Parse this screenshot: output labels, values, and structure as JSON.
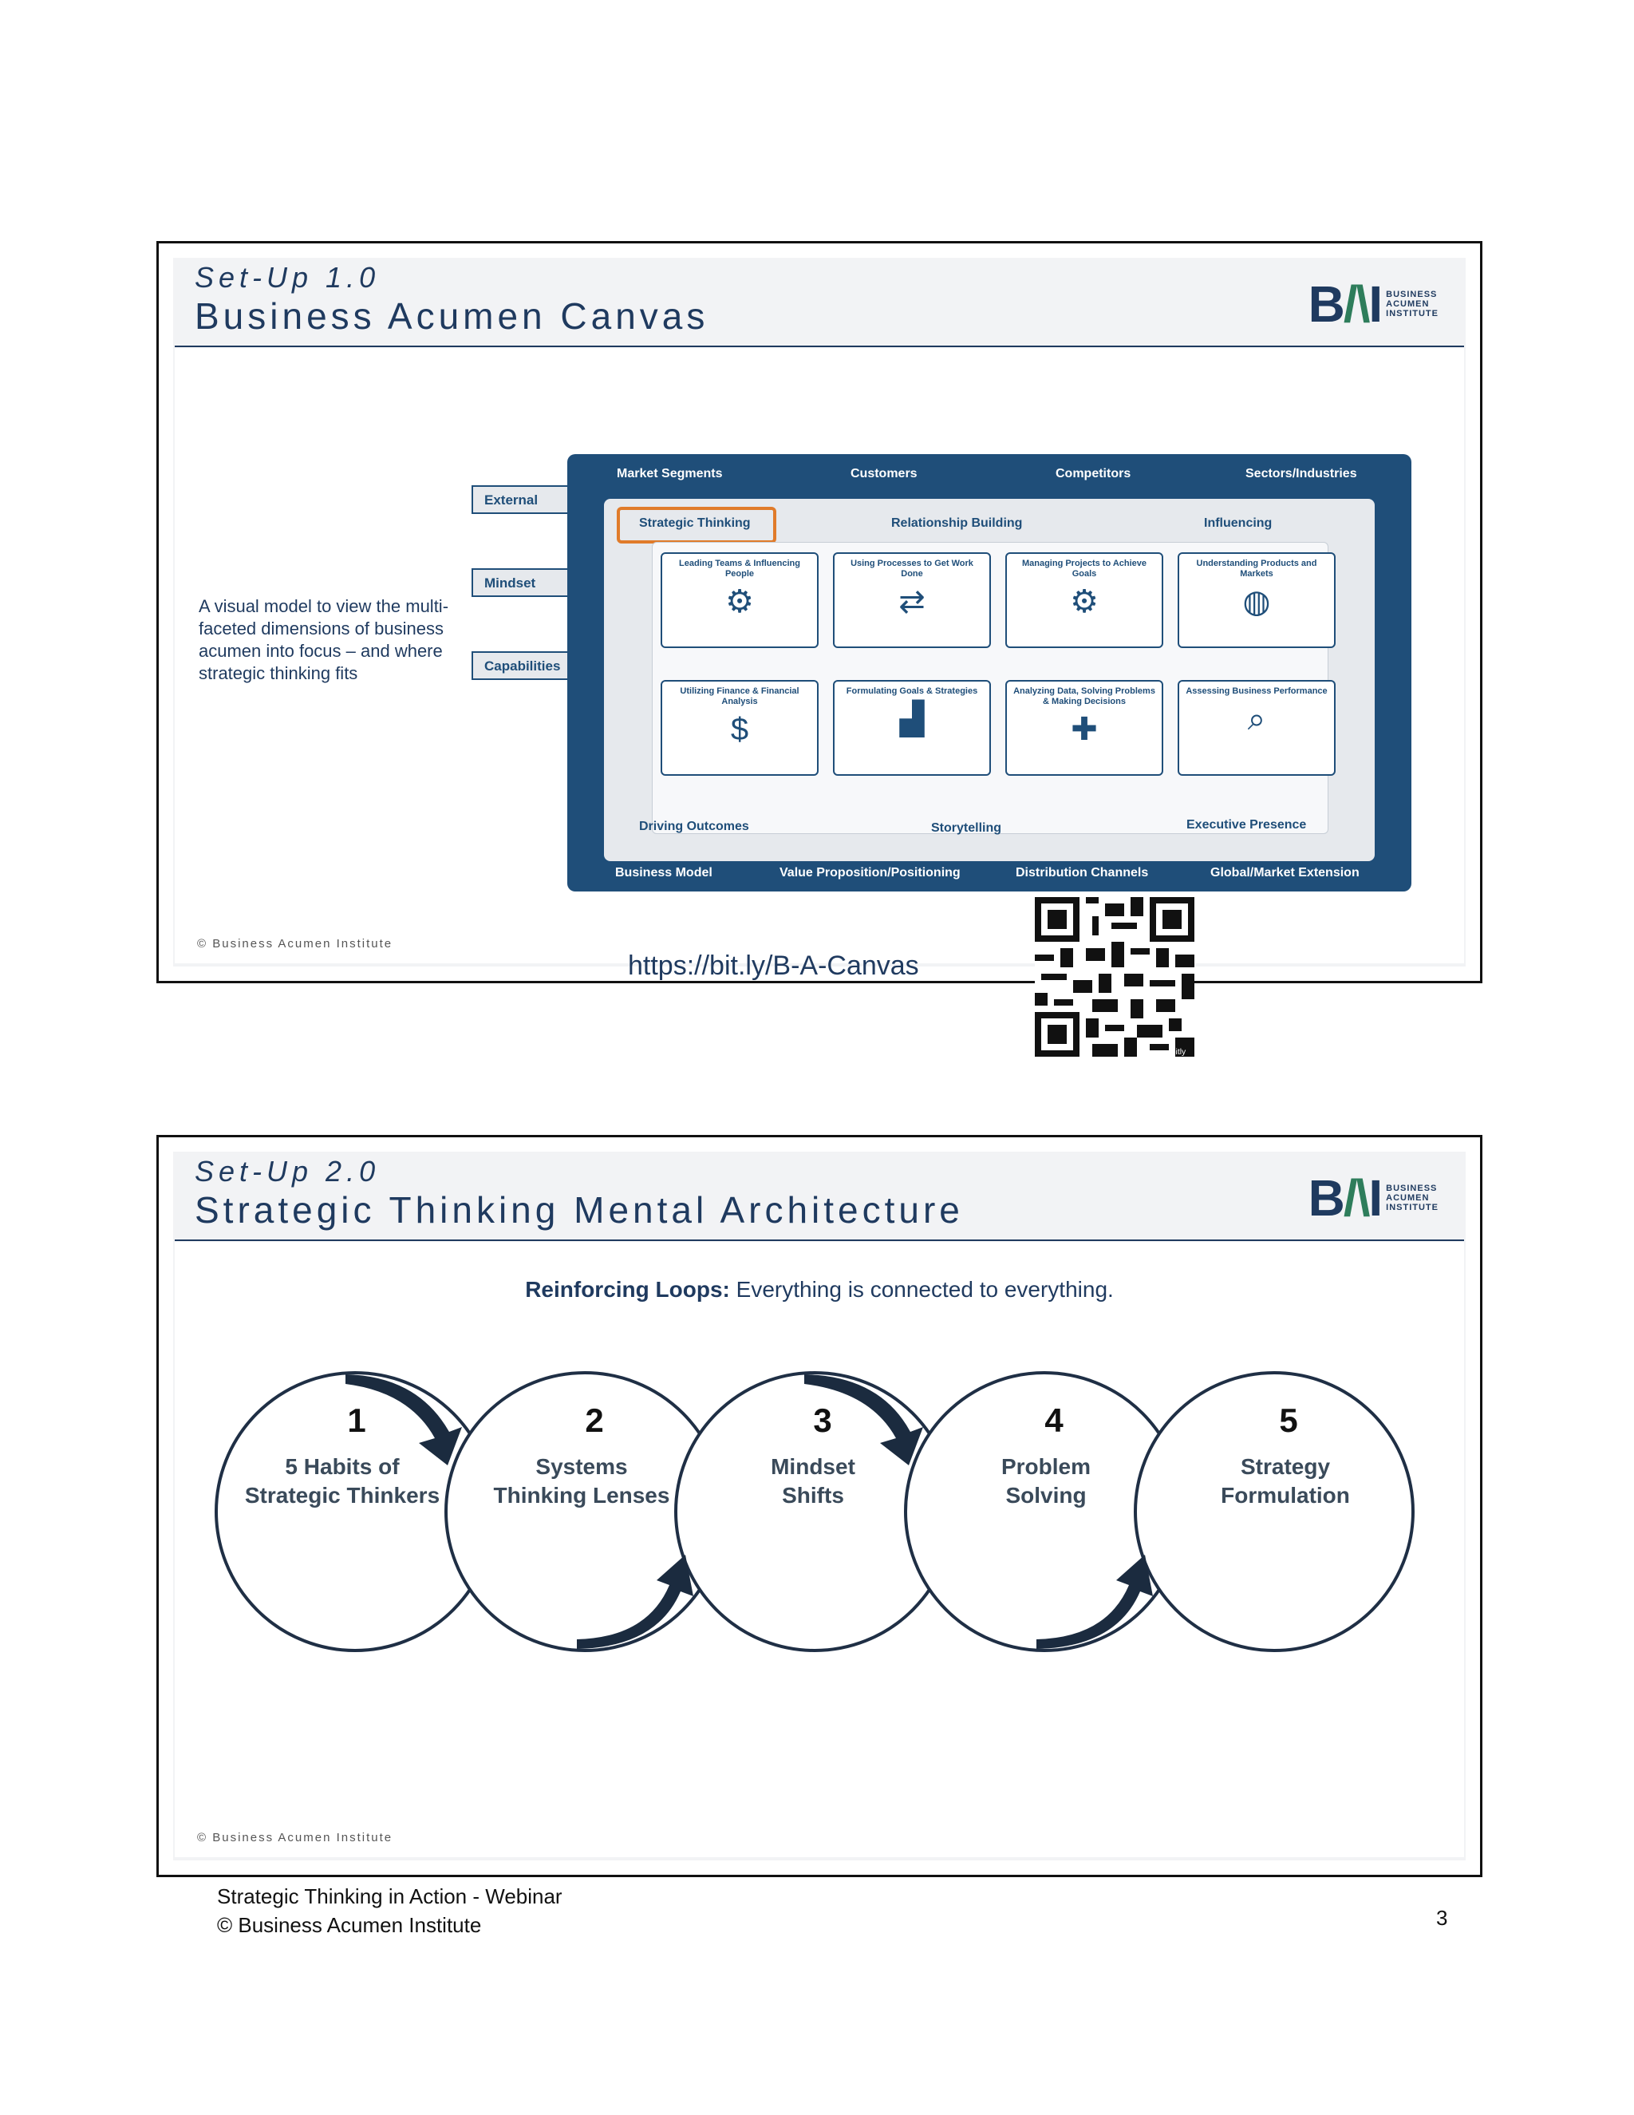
{
  "slide1": {
    "setup": "Set-Up 1.0",
    "title": "Business Acumen Canvas",
    "description": "A visual model to view the multi-faceted dimensions of business acumen into focus – and where strategic thinking fits",
    "canvas": {
      "top_labels": [
        "Market Segments",
        "Customers",
        "Competitors",
        "Sectors/Industries"
      ],
      "mid_top_labels": [
        "Strategic Thinking",
        "Relationship Building",
        "Influencing"
      ],
      "cards_row1": [
        {
          "text": "Leading Teams & Influencing People",
          "icon": "team-icon"
        },
        {
          "text": "Using Processes to Get Work Done",
          "icon": "process-icon"
        },
        {
          "text": "Managing Projects to Achieve Goals",
          "icon": "gears-icon"
        },
        {
          "text": "Understanding Products and Markets",
          "icon": "globe-icon"
        }
      ],
      "cards_row2": [
        {
          "text": "Utilizing Finance & Financial Analysis",
          "icon": "finance-icon"
        },
        {
          "text": "Formulating Goals & Strategies",
          "icon": "chart-icon"
        },
        {
          "text": "Analyzing Data, Solving Problems & Making Decisions",
          "icon": "puzzle-icon"
        },
        {
          "text": "Assessing Business Performance",
          "icon": "magnifier-icon"
        }
      ],
      "mid_bottom_labels": [
        "Driving Outcomes",
        "Storytelling",
        "Executive Presence"
      ],
      "bottom_labels": [
        "Business Model",
        "Value Proposition/Positioning",
        "Distribution Channels",
        "Global/Market Extension"
      ],
      "side_tags": [
        "External",
        "Mindset",
        "Capabilities"
      ]
    },
    "url": "https://bit.ly/B-A-Canvas",
    "qr_caption": "bitly",
    "copyright": "© Business Acumen Institute"
  },
  "slide2": {
    "setup": "Set-Up 2.0",
    "title": "Strategic Thinking Mental Architecture",
    "reinforcing_bold": "Reinforcing Loops:",
    "reinforcing_text": " Everything is connected to everything.",
    "circles": [
      {
        "num": "1",
        "line1": "5 Habits of",
        "line2": "Strategic Thinkers"
      },
      {
        "num": "2",
        "line1": "Systems",
        "line2": "Thinking Lenses"
      },
      {
        "num": "3",
        "line1": "Mindset",
        "line2": "Shifts"
      },
      {
        "num": "4",
        "line1": "Problem",
        "line2": "Solving"
      },
      {
        "num": "5",
        "line1": "Strategy",
        "line2": "Formulation"
      }
    ],
    "copyright": "© Business Acumen Institute"
  },
  "logo": {
    "mark": "BAI",
    "line1": "BUSINESS",
    "line2": "ACUMEN",
    "line3": "INSTITUTE"
  },
  "footer": {
    "line1": "Strategic Thinking in Action - Webinar",
    "line2": "© Business Acumen Institute",
    "page": "3"
  },
  "colors": {
    "navy": "#1f4e79",
    "accent_orange": "#e07b2a",
    "brand_green": "#2e7d5b"
  }
}
